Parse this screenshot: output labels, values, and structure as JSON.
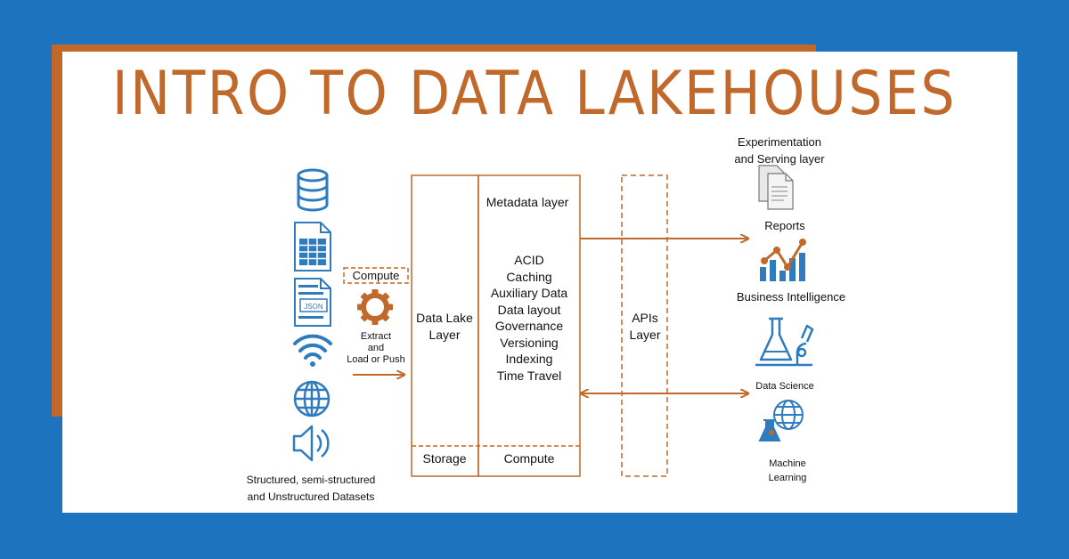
{
  "title": "INTRO TO DATA LAKEHOUSES",
  "colors": {
    "background": "#1e73be",
    "accent": "#c0692a",
    "icon_blue": "#2f7bbf",
    "card": "#ffffff"
  },
  "sources": {
    "icons": [
      "database-icon",
      "spreadsheet-icon",
      "json-file-icon",
      "wifi-icon",
      "globe-icon",
      "speaker-icon"
    ],
    "json_label": "JSON",
    "caption_line1": "Structured, semi-structured",
    "caption_line2": "and Unstructured Datasets"
  },
  "ingest": {
    "compute_label": "Compute",
    "extract_line1": "Extract",
    "extract_line2": "and",
    "extract_line3": "Load or Push"
  },
  "lakehouse": {
    "data_lake_line1": "Data Lake",
    "data_lake_line2": "Layer",
    "metadata_label": "Metadata layer",
    "features": [
      "ACID",
      "Caching",
      "Auxiliary Data",
      "Data layout",
      "Governance",
      "Versioning",
      "Indexing",
      "Time Travel"
    ],
    "storage_label": "Storage",
    "compute_label": "Compute"
  },
  "apis": {
    "line1": "APIs",
    "line2": "Layer"
  },
  "consumers": {
    "header_line1": "Experimentation",
    "header_line2": "and Serving layer",
    "reports_label": "Reports",
    "bi_label": "Business Intelligence",
    "data_science_label": "Data Science",
    "ml_line1": "Machine",
    "ml_line2": "Learning"
  }
}
